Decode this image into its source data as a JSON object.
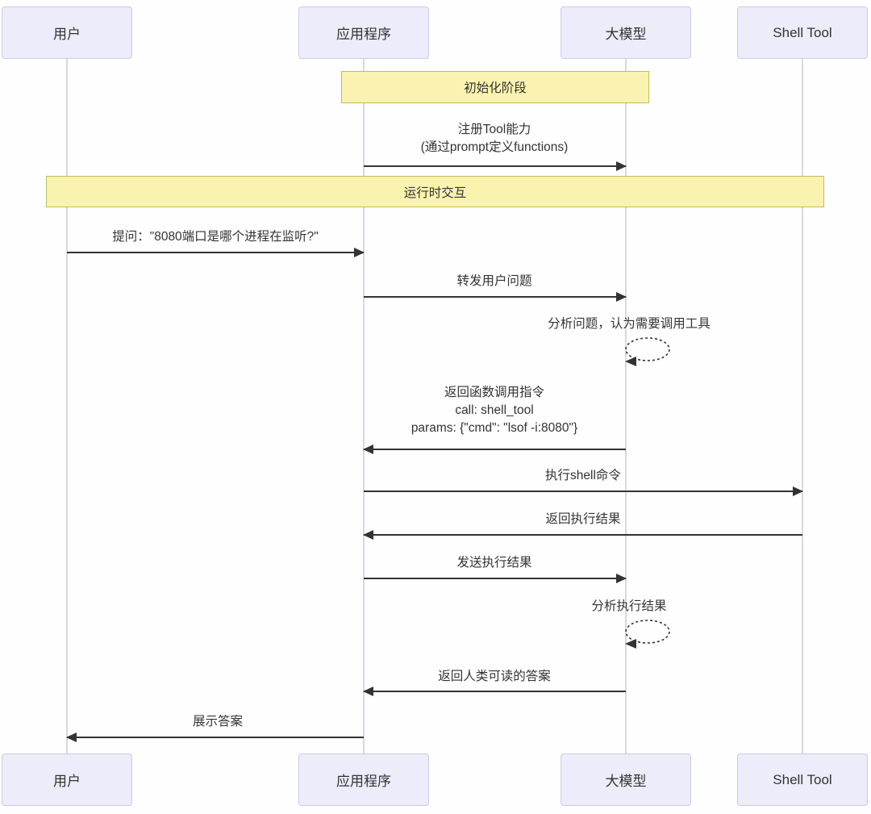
{
  "diagram_type": "sequence",
  "actors": [
    {
      "id": "user",
      "label": "用户"
    },
    {
      "id": "app",
      "label": "应用程序"
    },
    {
      "id": "llm",
      "label": "大模型"
    },
    {
      "id": "shell",
      "label": "Shell Tool"
    }
  ],
  "sections": [
    {
      "label": "初始化阶段"
    },
    {
      "label": "运行时交互"
    }
  ],
  "messages": [
    {
      "from": "应用程序",
      "to": "大模型",
      "style": "solid",
      "lines": [
        "注册Tool能力",
        "(通过prompt定义functions)"
      ]
    },
    {
      "from": "用户",
      "to": "应用程序",
      "style": "solid",
      "lines": [
        "提问：\"8080端口是哪个进程在监听?\""
      ]
    },
    {
      "from": "应用程序",
      "to": "大模型",
      "style": "solid",
      "lines": [
        "转发用户问题"
      ]
    },
    {
      "from": "大模型",
      "to": "大模型",
      "style": "self-dashed",
      "lines": [
        "分析问题，认为需要调用工具"
      ]
    },
    {
      "from": "大模型",
      "to": "应用程序",
      "style": "solid",
      "lines": [
        "返回函数调用指令",
        "call: shell_tool",
        "params: {\"cmd\": \"lsof -i:8080\"}"
      ]
    },
    {
      "from": "应用程序",
      "to": "Shell Tool",
      "style": "solid",
      "lines": [
        "执行shell命令"
      ]
    },
    {
      "from": "Shell Tool",
      "to": "应用程序",
      "style": "solid",
      "lines": [
        "返回执行结果"
      ]
    },
    {
      "from": "应用程序",
      "to": "大模型",
      "style": "solid",
      "lines": [
        "发送执行结果"
      ]
    },
    {
      "from": "大模型",
      "to": "大模型",
      "style": "self-dashed",
      "lines": [
        "分析执行结果"
      ]
    },
    {
      "from": "大模型",
      "to": "应用程序",
      "style": "solid",
      "lines": [
        "返回人类可读的答案"
      ]
    },
    {
      "from": "应用程序",
      "to": "用户",
      "style": "solid",
      "lines": [
        "展示答案"
      ]
    }
  ],
  "colors": {
    "actor_fill": "#ECECFA",
    "actor_border": "#CCCCE3",
    "section_fill": "#FAF3AF",
    "section_border": "#BDBD61",
    "lifeline": "#D7D7E7",
    "arrow": "#333333",
    "text": "#333333"
  }
}
